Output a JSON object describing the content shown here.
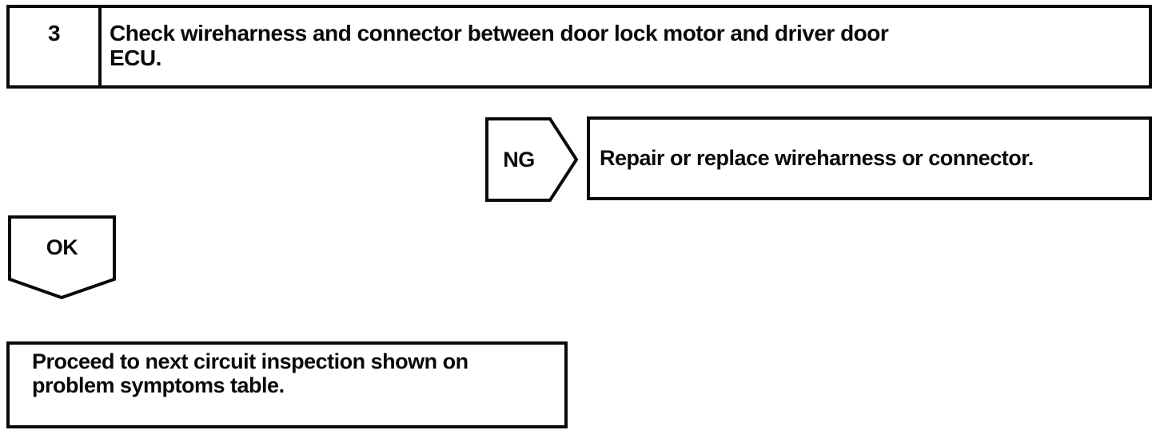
{
  "colors": {
    "line": "#0a0a0a",
    "background": "#ffffff"
  },
  "flowchart": {
    "step": {
      "number": "3",
      "instruction": "Check wireharness and connector between door lock motor and driver door ECU.",
      "instruction_lines": [
        "Check wireharness and connector between door lock motor and driver door",
        "ECU."
      ]
    },
    "ng": {
      "label": "NG",
      "action": "Repair or replace wireharness or connector."
    },
    "ok": {
      "label": "OK"
    },
    "next": {
      "action": "Proceed to next circuit inspection shown on problem symptoms table.",
      "action_lines": [
        "Proceed to next circuit inspection shown on",
        "problem symptoms table."
      ]
    }
  }
}
